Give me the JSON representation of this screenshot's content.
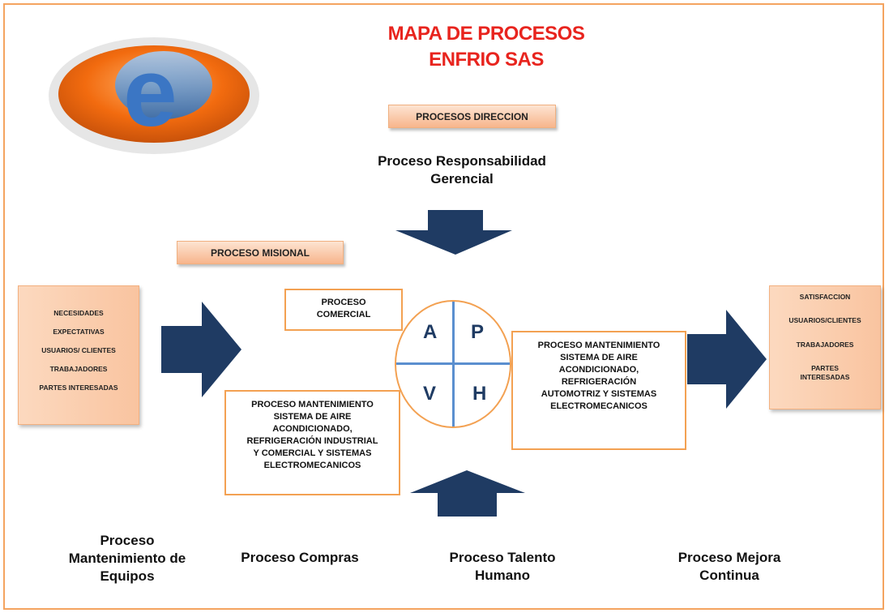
{
  "title": {
    "line1": "MAPA DE PROCESOS",
    "line2": "ENFRIO SAS"
  },
  "logo_letter": "e",
  "tags": {
    "direccion": "PROCESOS  DIRECCION",
    "misional": "PROCESO MISIONAL"
  },
  "headings": {
    "responsabilidad": [
      "Proceso Responsabilidad",
      "Gerencial"
    ],
    "mantenimiento_equipos": [
      "Proceso",
      "Mantenimiento de",
      "Equipos"
    ],
    "compras": "Proceso Compras",
    "talento_humano": [
      "Proceso Talento",
      "Humano"
    ],
    "mejora_continua": [
      "Proceso Mejora",
      "Continua"
    ]
  },
  "inputs": [
    "NECESIDADES",
    "EXPECTATIVAS",
    "USUARIOS/  CLIENTES",
    "TRABAJADORES",
    "PARTES  INTERESADAS"
  ],
  "outputs": [
    "SATISFACCION",
    "USUARIOS/CLIENTES",
    "TRABAJADORES",
    "PARTES\nINTERESADAS"
  ],
  "boxes": {
    "comercial": [
      "PROCESO",
      "COMERCIAL"
    ],
    "industrial": [
      "PROCESO MANTENIMIENTO",
      "SISTEMA DE AIRE",
      "ACONDICIONADO,",
      "REFRIGERACIÓN  INDUSTRIAL",
      "Y COMERCIAL  Y SISTEMAS",
      "ELECTROMECANICOS"
    ],
    "automotriz": [
      "PROCESO MANTENIMIENTO",
      "SISTEMA DE AIRE",
      "ACONDICIONADO,",
      "REFRIGERACIÓN",
      "AUTOMOTRIZ Y SISTEMAS",
      "ELECTROMECANICOS"
    ]
  },
  "phva": {
    "a": "A",
    "p": "P",
    "v": "V",
    "h": "H"
  },
  "colors": {
    "title": "#e8241e",
    "arrow": "#1f3b63",
    "border": "#f3a152",
    "tag": "#f7b58c"
  }
}
